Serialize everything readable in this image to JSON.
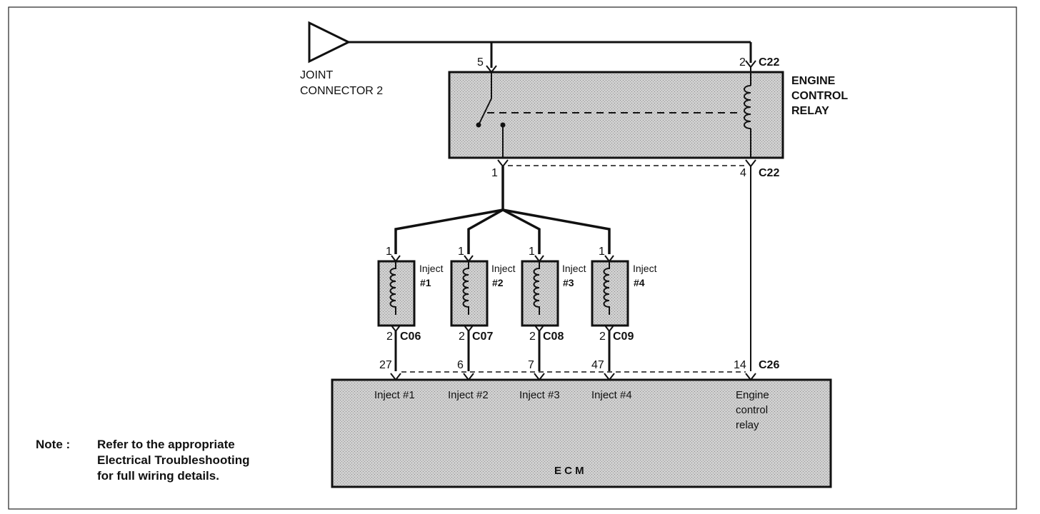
{
  "joint_connector": {
    "line1": "JOINT",
    "line2": "CONNECTOR 2"
  },
  "relay": {
    "label_lines": [
      "ENGINE",
      "CONTROL",
      "RELAY"
    ],
    "pin_top_left": "5",
    "pin_top_right": "2",
    "pin_bottom_left": "1",
    "pin_bottom_right": "4",
    "connector_top": "C22",
    "connector_bottom": "C22"
  },
  "injectors": [
    {
      "pin_top": "1",
      "name": "Inject",
      "num": "#1",
      "pin_bottom": "2",
      "connector": "C06",
      "ecm_pin": "27",
      "ecm_label": "Inject #1"
    },
    {
      "pin_top": "1",
      "name": "Inject",
      "num": "#2",
      "pin_bottom": "2",
      "connector": "C07",
      "ecm_pin": "6",
      "ecm_label": "Inject #2"
    },
    {
      "pin_top": "1",
      "name": "Inject",
      "num": "#3",
      "pin_bottom": "2",
      "connector": "C08",
      "ecm_pin": "7",
      "ecm_label": "Inject #3"
    },
    {
      "pin_top": "1",
      "name": "Inject",
      "num": "#4",
      "pin_bottom": "2",
      "connector": "C09",
      "ecm_pin": "47",
      "ecm_label": "Inject #4"
    }
  ],
  "ecm": {
    "name": "E C M",
    "relay_pin": "14",
    "connector": "C26",
    "relay_label_lines": [
      "Engine",
      "control",
      "relay"
    ]
  },
  "note": {
    "head": "Note :",
    "lines": [
      "Refer to the appropriate",
      "Electrical Troubleshooting",
      "for full wiring details."
    ]
  }
}
